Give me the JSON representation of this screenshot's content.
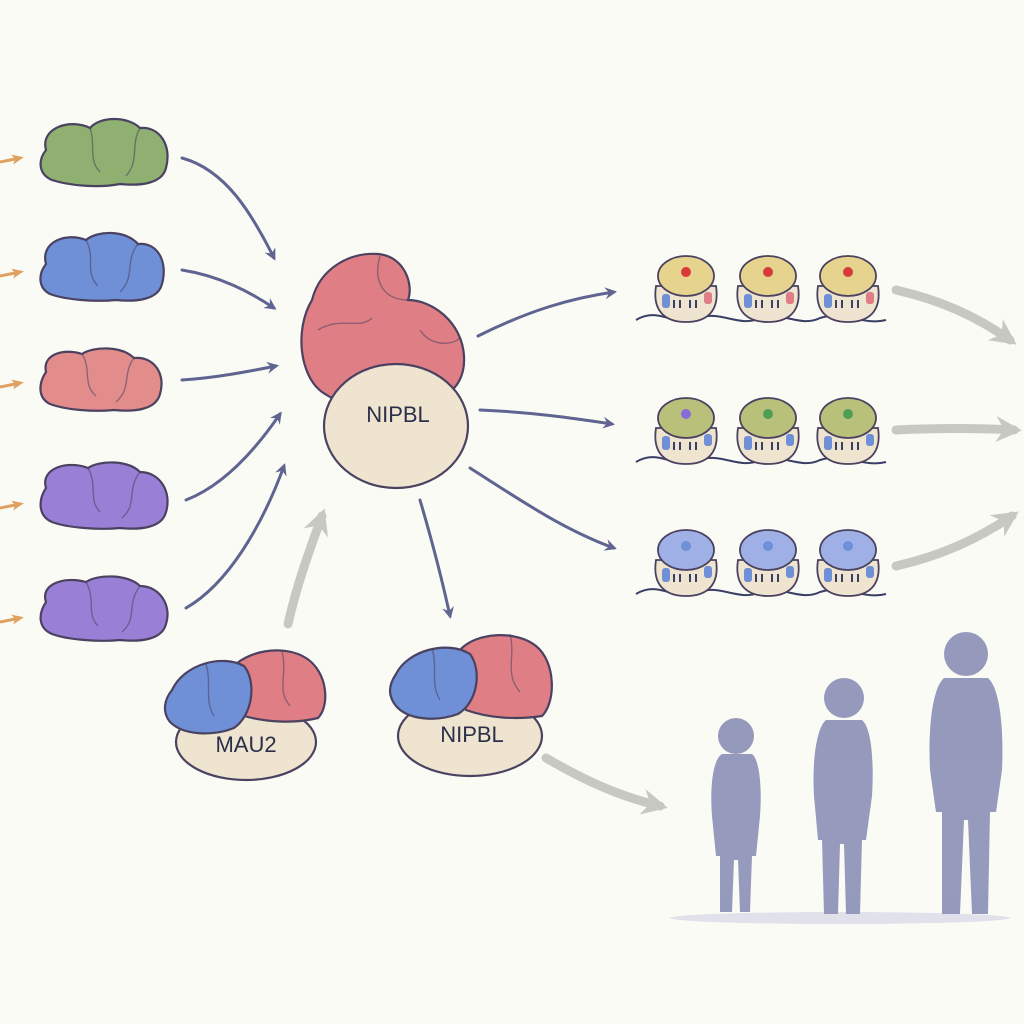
{
  "labels": {
    "nipbl_main": "NIPBL",
    "mau2": "MAU2",
    "nipbl_complex": "NIPBL"
  },
  "colors": {
    "background": "#fbfbf6",
    "arrow": "#5f6590",
    "arrow_light": "#c8c8c2",
    "input_arrow": "#e0a060",
    "green": "#8fb070",
    "blue": "#6f8fd6",
    "pink": "#e28c8c",
    "purple": "#9a7fd6",
    "beige": "#eee4cf",
    "silhouette": "#8d92b8"
  },
  "inputs": [
    {
      "name": "green-protein",
      "color": "#8fb070"
    },
    {
      "name": "blue-protein",
      "color": "#6f8fd6"
    },
    {
      "name": "pink-protein",
      "color": "#e28c8c"
    },
    {
      "name": "purple-protein",
      "color": "#9a7fd6"
    },
    {
      "name": "purple-protein",
      "color": "#9a7fd6"
    }
  ],
  "cohesin_rows": [
    {
      "top": "#e6d48e",
      "dots": [
        "#d83a3a",
        "#d83a3a",
        "#d83a3a"
      ]
    },
    {
      "top": "#b8c07a",
      "dots": [
        "#8a6ad8",
        "#4aa050",
        "#4aa050"
      ]
    },
    {
      "top": "#9fb0e6",
      "dots": [
        "#6f8fd6",
        "#6f8fd6",
        "#6f8fd6"
      ]
    }
  ],
  "figures": [
    "child-small",
    "child-medium",
    "adult"
  ]
}
